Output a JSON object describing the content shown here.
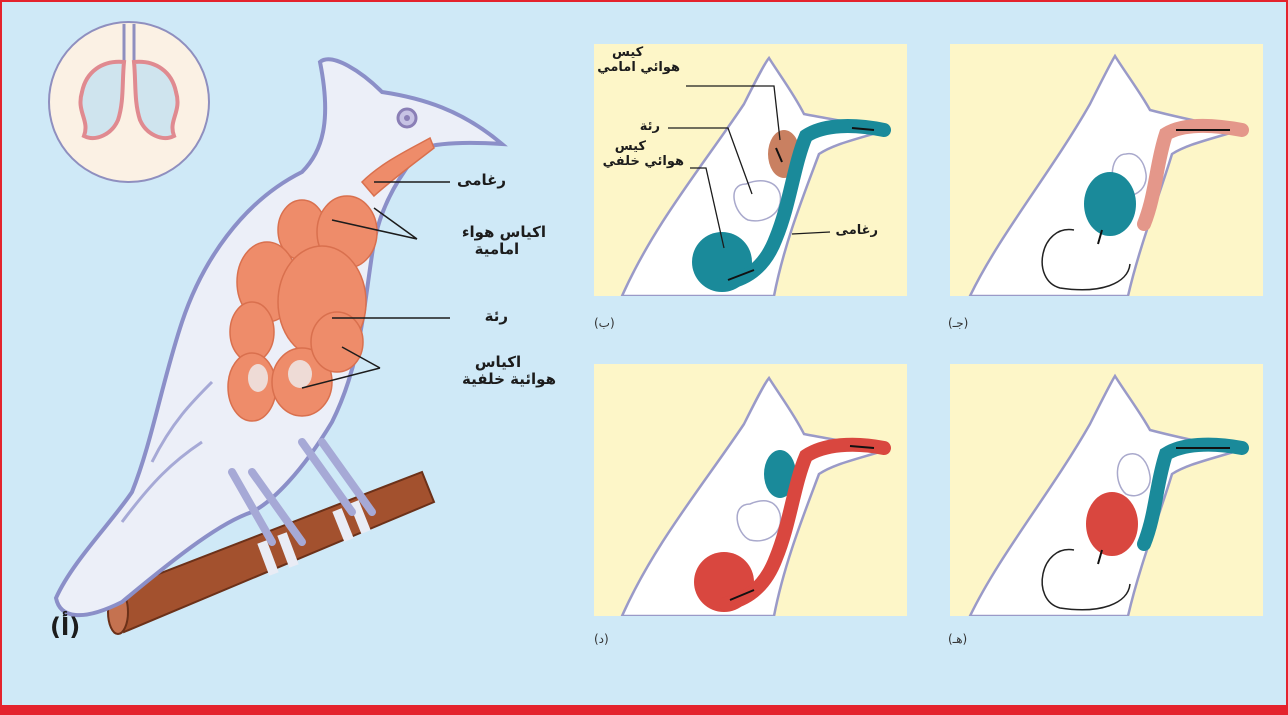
{
  "panel_a": {
    "caption": "(أ)",
    "labels": {
      "trachea": "رغامى",
      "anterior_sacs": [
        "اكياس هواء",
        "امامية"
      ],
      "lung": "رئة",
      "posterior_sacs": [
        "اكياس",
        "هوائية خلفية"
      ]
    }
  },
  "panel_b": {
    "caption": "(ب)",
    "labels": {
      "anterior_sac": [
        "كيس",
        "هوائي امامي"
      ],
      "lung": "رئة",
      "posterior_sac": [
        "كيس",
        "هوائي خلفي"
      ],
      "trachea": "رغامى"
    }
  },
  "panel_c": {
    "caption": "(جـ)"
  },
  "panel_d": {
    "caption": "(د)"
  },
  "panel_e": {
    "caption": "(هـ)"
  },
  "colors": {
    "background": "#cfe9f7",
    "border": "#e4232d",
    "panel_bg": "#fdf6c8",
    "organ": "#ee8c6a",
    "teal_air": "#1a8a9a",
    "red_air": "#d9473f",
    "pink_air": "#e4978a",
    "branch": "#a3512e"
  }
}
